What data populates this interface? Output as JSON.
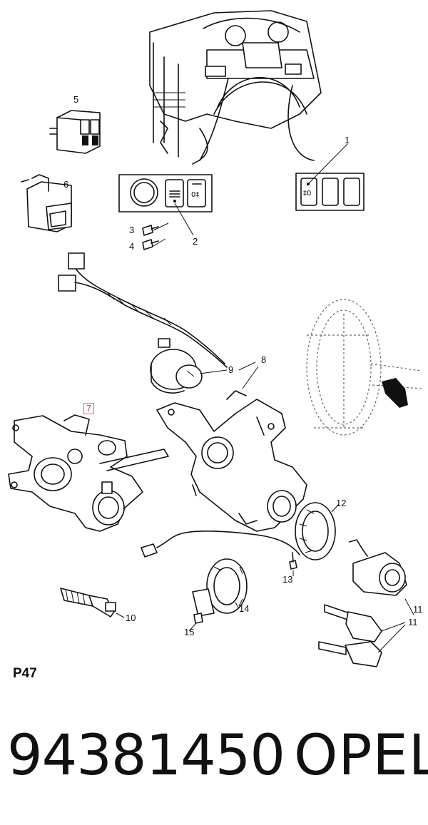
{
  "diagram": {
    "callouts": [
      {
        "key": "1",
        "label": "1"
      },
      {
        "key": "2",
        "label": "2"
      },
      {
        "key": "3",
        "label": "3"
      },
      {
        "key": "4",
        "label": "4"
      },
      {
        "key": "5",
        "label": "5"
      },
      {
        "key": "6",
        "label": "6"
      },
      {
        "key": "7",
        "label": "7",
        "highlighted": true
      },
      {
        "key": "8",
        "label": "8"
      },
      {
        "key": "9",
        "label": "9"
      },
      {
        "key": "10",
        "label": "10"
      },
      {
        "key": "11a",
        "label": "11"
      },
      {
        "key": "11b",
        "label": "11"
      },
      {
        "key": "12",
        "label": "12"
      },
      {
        "key": "13",
        "label": "13"
      },
      {
        "key": "14",
        "label": "14"
      },
      {
        "key": "15",
        "label": "15"
      }
    ],
    "page_code": "P47",
    "highlight_color": "#e07070"
  },
  "footer": {
    "part_number": "94381450",
    "brand": "OPEL"
  }
}
